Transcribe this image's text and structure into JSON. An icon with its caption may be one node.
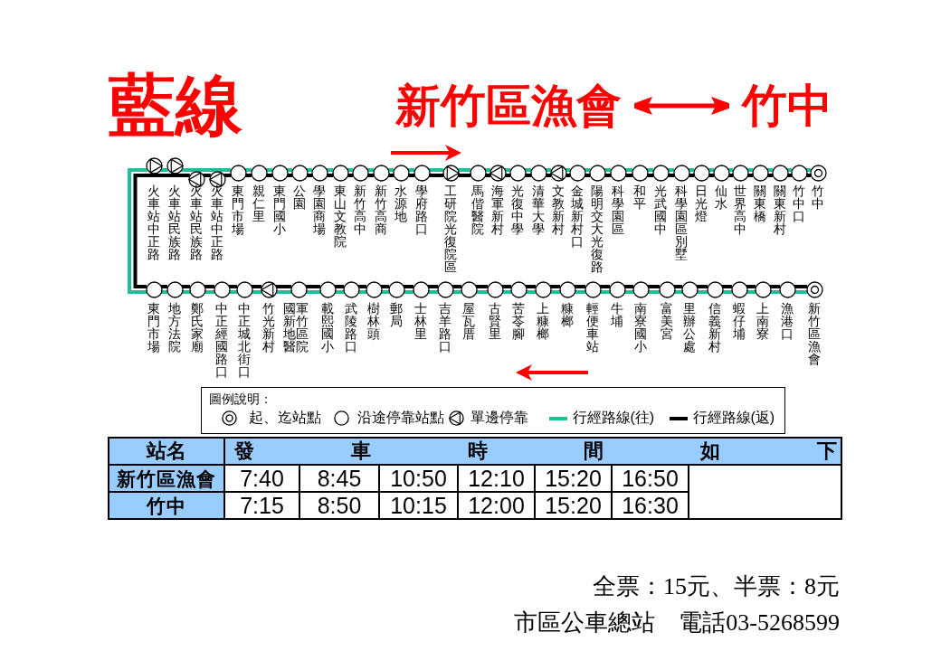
{
  "diagram": {
    "title": "藍線",
    "nodes": [
      {
        "text": [
          "新竹區漁會"
        ]
      },
      {
        "text": [
          "竹中"
        ]
      },
      {
        "text": [],
        "shape": "triangle-right",
        "beside": [
          "火車站中正路"
        ]
      },
      {
        "text": [],
        "shape": "triangle-right",
        "beside": [
          "火車站民族路"
        ]
      },
      {
        "text": [],
        "shape": "triangle-left",
        "beside": [
          "火車站民族路"
        ]
      },
      {
        "text": [],
        "shape": "triangle-left",
        "beside": [
          "火車站中正路"
        ]
      },
      {
        "text": [],
        "shape": "circle",
        "beside": [
          "東門市場"
        ]
      },
      {
        "text": [],
        "shape": "circle",
        "beside": [
          "親仁里"
        ]
      },
      {
        "text": [],
        "shape": "circle",
        "beside": [
          "東門國小"
        ]
      },
      {
        "text": [],
        "shape": "circle",
        "beside": [
          "公園"
        ]
      },
      {
        "text": [],
        "shape": "circle",
        "beside": [
          "學園商場"
        ]
      },
      {
        "text": [],
        "shape": "circle",
        "beside": [
          "東山文教院"
        ]
      },
      {
        "text": [],
        "shape": "circle",
        "beside": [
          "新竹高中"
        ]
      },
      {
        "text": [],
        "shape": "circle",
        "beside": [
          "新竹高商"
        ]
      },
      {
        "text": [],
        "shape": "circle",
        "beside": [
          "水源地"
        ]
      },
      {
        "text": [],
        "shape": "circle",
        "beside": [
          "學府路口"
        ]
      },
      {
        "text": [],
        "shape": "triangle-right",
        "beside": [
          "工研院光復院區"
        ]
      },
      {
        "text": [],
        "shape": "circle",
        "beside": [
          "馬偕醫院"
        ]
      },
      {
        "text": [],
        "shape": "triangle-left",
        "beside": [
          "海軍新村"
        ]
      },
      {
        "text": [],
        "shape": "circle",
        "beside": [
          "光復中學"
        ]
      },
      {
        "text": [],
        "shape": "circle",
        "beside": [
          "清華大學"
        ]
      },
      {
        "text": [],
        "shape": "triangle-left",
        "beside": [
          "文教新村"
        ]
      },
      {
        "text": [],
        "shape": "circle",
        "beside": [
          "金城新村口"
        ]
      },
      {
        "text": [],
        "shape": "circle",
        "beside": [
          "陽明交大光復路"
        ]
      },
      {
        "text": [],
        "shape": "circle",
        "beside": [
          "科學園區"
        ]
      },
      {
        "text": [],
        "shape": "circle",
        "beside": [
          "和平"
        ]
      },
      {
        "text": [],
        "shape": "circle",
        "beside": [
          "光武國中"
        ]
      },
      {
        "text": [],
        "shape": "circle",
        "beside": [
          "科學園區別墅"
        ]
      },
      {
        "text": [],
        "shape": "circle",
        "beside": [
          "日光燈"
        ]
      },
      {
        "text": [],
        "shape": "circle",
        "beside": [
          "仙水"
        ]
      },
      {
        "text": [],
        "shape": "circle",
        "beside": [
          "世界高中"
        ]
      },
      {
        "text": [],
        "shape": "circle",
        "beside": [
          "關東橋"
        ]
      },
      {
        "text": [],
        "shape": "circle",
        "beside": [
          "關東新村"
        ]
      },
      {
        "text": [],
        "shape": "circle",
        "beside": [
          "竹中口"
        ]
      },
      {
        "text": [],
        "shape": "bullseye",
        "beside": [
          "竹中"
        ]
      },
      {
        "text": [],
        "shape": "circle",
        "beside": [
          "東門市場"
        ]
      },
      {
        "text": [],
        "shape": "circle",
        "beside": [
          "地方法院"
        ]
      },
      {
        "text": [],
        "shape": "circle",
        "beside": [
          "鄭氏家廟"
        ]
      },
      {
        "text": [],
        "shape": "circle",
        "beside": [
          "中正經國路口"
        ]
      },
      {
        "text": [],
        "shape": "circle",
        "beside": [
          "中正城北街口"
        ]
      },
      {
        "text": [],
        "shape": "triangle-left",
        "beside": [
          "竹光新村"
        ]
      },
      {
        "text": [],
        "shape": "circle",
        "beside": [
          "國軍新竹地區醫院"
        ]
      },
      {
        "text": [],
        "shape": "circle",
        "beside": [
          "載熙國小"
        ]
      },
      {
        "text": [],
        "shape": "circle",
        "beside": [
          "武陵路口"
        ]
      },
      {
        "text": [],
        "shape": "circle",
        "beside": [
          "樹林頭"
        ]
      },
      {
        "text": [],
        "shape": "circle",
        "beside": [
          "郵局"
        ]
      },
      {
        "text": [],
        "shape": "circle",
        "beside": [
          "士林里"
        ]
      },
      {
        "text": [],
        "shape": "circle",
        "beside": [
          "吉羊路口"
        ]
      },
      {
        "text": [],
        "shape": "circle",
        "beside": [
          "屋瓦厝"
        ]
      },
      {
        "text": [],
        "shape": "circle",
        "beside": [
          "古賢里"
        ]
      },
      {
        "text": [],
        "shape": "circle",
        "beside": [
          "苦苓腳"
        ]
      },
      {
        "text": [],
        "shape": "circle",
        "beside": [
          "上糠榔"
        ]
      },
      {
        "text": [],
        "shape": "circle",
        "beside": [
          "糠榔"
        ]
      },
      {
        "text": [],
        "shape": "circle",
        "beside": [
          "輕便車站"
        ]
      },
      {
        "text": [],
        "shape": "circle",
        "beside": [
          "牛埔"
        ]
      },
      {
        "text": [],
        "shape": "circle",
        "beside": [
          "南寮國小"
        ]
      },
      {
        "text": [],
        "shape": "circle",
        "beside": [
          "富美宮"
        ]
      },
      {
        "text": [],
        "shape": "circle",
        "beside": [
          "里辦公處"
        ]
      },
      {
        "text": [],
        "shape": "circle",
        "beside": [
          "信義新村"
        ]
      },
      {
        "text": [],
        "shape": "circle",
        "beside": [
          "蝦仔埔"
        ]
      },
      {
        "text": [],
        "shape": "circle",
        "beside": [
          "上南寮"
        ]
      },
      {
        "text": [],
        "shape": "circle",
        "beside": [
          "漁港口"
        ]
      },
      {
        "text": [],
        "shape": "bullseye",
        "beside": [
          "新竹區漁會"
        ]
      }
    ],
    "edges": [
      {
        "from": 0,
        "to": 1,
        "arrow": "both",
        "color": "#ff0000"
      },
      {
        "from": 2,
        "to": 3,
        "arrow": "none",
        "color": "#1fbf99"
      },
      {
        "from": 3,
        "to": 6,
        "arrow": "none",
        "color": "#1fbf99"
      },
      {
        "from": 6,
        "to": 7,
        "arrow": "none",
        "color": "#1fbf99"
      },
      {
        "from": 7,
        "to": 8,
        "arrow": "none",
        "color": "#1fbf99"
      },
      {
        "from": 8,
        "to": 9,
        "arrow": "none",
        "color": "#1fbf99"
      },
      {
        "from": 9,
        "to": 10,
        "arrow": "none",
        "color": "#1fbf99"
      },
      {
        "from": 10,
        "to": 11,
        "arrow": "none",
        "color": "#1fbf99"
      },
      {
        "from": 11,
        "to": 12,
        "arrow": "none",
        "color": "#1fbf99"
      },
      {
        "from": 12,
        "to": 13,
        "arrow": "none",
        "color": "#1fbf99"
      },
      {
        "from": 13,
        "to": 14,
        "arrow": "none",
        "color": "#1fbf99"
      },
      {
        "from": 14,
        "to": 15,
        "arrow": "none",
        "color": "#1fbf99"
      },
      {
        "from": 15,
        "to": 16,
        "arrow": "none",
        "color": "#1fbf99"
      },
      {
        "from": 16,
        "to": 17,
        "arrow": "none",
        "color": "#1fbf99"
      },
      {
        "from": 17,
        "to": 18,
        "arrow": "none",
        "color": "#1fbf99"
      },
      {
        "from": 18,
        "to": 19,
        "arrow": "none",
        "color": "#1fbf99"
      },
      {
        "from": 19,
        "to": 20,
        "arrow": "none",
        "color": "#1fbf99"
      },
      {
        "from": 20,
        "to": 21,
        "arrow": "none",
        "color": "#1fbf99"
      },
      {
        "from": 21,
        "to": 22,
        "arrow": "none",
        "color": "#1fbf99"
      },
      {
        "from": 22,
        "to": 23,
        "arrow": "none",
        "color": "#1fbf99"
      },
      {
        "from": 23,
        "to": 24,
        "arrow": "none",
        "color": "#1fbf99"
      },
      {
        "from": 24,
        "to": 25,
        "arrow": "none",
        "color": "#1fbf99"
      },
      {
        "from": 25,
        "to": 26,
        "arrow": "none",
        "color": "#1fbf99"
      },
      {
        "from": 26,
        "to": 27,
        "arrow": "none",
        "color": "#1fbf99"
      },
      {
        "from": 27,
        "to": 28,
        "arrow": "none",
        "color": "#1fbf99"
      },
      {
        "from": 28,
        "to": 29,
        "arrow": "none",
        "color": "#1fbf99"
      },
      {
        "from": 29,
        "to": 30,
        "arrow": "none",
        "color": "#1fbf99"
      },
      {
        "from": 30,
        "to": 31,
        "arrow": "none",
        "color": "#1fbf99"
      },
      {
        "from": 31,
        "to": 32,
        "arrow": "none",
        "color": "#1fbf99"
      },
      {
        "from": 32,
        "to": 33,
        "arrow": "none",
        "color": "#1fbf99"
      },
      {
        "from": 33,
        "to": 34,
        "arrow": "none",
        "color": "#1fbf99"
      },
      {
        "from": 4,
        "to": 5,
        "arrow": "none",
        "color": "#000000"
      },
      {
        "from": 5,
        "to": 6,
        "arrow": "none",
        "color": "#000000"
      },
      {
        "from": 6,
        "to": 7,
        "arrow": "none",
        "color": "#000000"
      },
      {
        "from": 7,
        "to": 8,
        "arrow": "none",
        "color": "#000000"
      },
      {
        "from": 8,
        "to": 9,
        "arrow": "none",
        "color": "#000000"
      },
      {
        "from": 9,
        "to": 10,
        "arrow": "none",
        "color": "#000000"
      },
      {
        "from": 10,
        "to": 11,
        "arrow": "none",
        "color": "#000000"
      },
      {
        "from": 11,
        "to": 12,
        "arrow": "none",
        "color": "#000000"
      },
      {
        "from": 12,
        "to": 13,
        "arrow": "none",
        "color": "#000000"
      },
      {
        "from": 13,
        "to": 14,
        "arrow": "none",
        "color": "#000000"
      },
      {
        "from": 14,
        "to": 15,
        "arrow": "none",
        "color": "#000000"
      },
      {
        "from": 15,
        "to": 16,
        "arrow": "none",
        "color": "#000000"
      },
      {
        "from": 16,
        "to": 17,
        "arrow": "none",
        "color": "#000000"
      },
      {
        "from": 17,
        "to": 18,
        "arrow": "none",
        "color": "#000000"
      },
      {
        "from": 18,
        "to": 19,
        "arrow": "none",
        "color": "#000000"
      },
      {
        "from": 19,
        "to": 20,
        "arrow": "none",
        "color": "#000000"
      },
      {
        "from": 20,
        "to": 21,
        "arrow": "none",
        "color": "#000000"
      },
      {
        "from": 21,
        "to": 22,
        "arrow": "none",
        "color": "#000000"
      },
      {
        "from": 22,
        "to": 23,
        "arrow": "none",
        "color": "#000000"
      },
      {
        "from": 23,
        "to": 24,
        "arrow": "none",
        "color": "#000000"
      },
      {
        "from": 24,
        "to": 25,
        "arrow": "none",
        "color": "#000000"
      },
      {
        "from": 25,
        "to": 26,
        "arrow": "none",
        "color": "#000000"
      },
      {
        "from": 26,
        "to": 27,
        "arrow": "none",
        "color": "#000000"
      },
      {
        "from": 27,
        "to": 28,
        "arrow": "none",
        "color": "#000000"
      },
      {
        "from": 28,
        "to": 29,
        "arrow": "none",
        "color": "#000000"
      },
      {
        "from": 29,
        "to": 30,
        "arrow": "none",
        "color": "#000000"
      },
      {
        "from": 30,
        "to": 31,
        "arrow": "none",
        "color": "#000000"
      },
      {
        "from": 31,
        "to": 32,
        "arrow": "none",
        "color": "#000000"
      },
      {
        "from": 32,
        "to": 33,
        "arrow": "none",
        "color": "#000000"
      },
      {
        "from": 33,
        "to": 34,
        "arrow": "none",
        "color": "#000000"
      },
      {
        "from": 2,
        "to": 35,
        "arrow": "none",
        "color": "#1fbf99"
      },
      {
        "from": 4,
        "to": 35,
        "arrow": "none",
        "color": "#000000"
      },
      {
        "from": 35,
        "to": 36,
        "arrow": "none",
        "color": "#1fbf99"
      },
      {
        "from": 36,
        "to": 37,
        "arrow": "none",
        "color": "#1fbf99"
      },
      {
        "from": 37,
        "to": 38,
        "arrow": "none",
        "color": "#1fbf99"
      },
      {
        "from": 38,
        "to": 39,
        "arrow": "none",
        "color": "#1fbf99"
      },
      {
        "from": 39,
        "to": 40,
        "arrow": "none",
        "color": "#1fbf99"
      },
      {
        "from": 40,
        "to": 41,
        "arrow": "none",
        "color": "#1fbf99"
      },
      {
        "from": 41,
        "to": 42,
        "arrow": "none",
        "color": "#1fbf99"
      },
      {
        "from": 42,
        "to": 43,
        "arrow": "none",
        "color": "#1fbf99"
      },
      {
        "from": 43,
        "to": 44,
        "arrow": "none",
        "color": "#1fbf99"
      },
      {
        "from": 44,
        "to": 45,
        "arrow": "none",
        "color": "#1fbf99"
      },
      {
        "from": 45,
        "to": 46,
        "arrow": "none",
        "color": "#1fbf99"
      },
      {
        "from": 46,
        "to": 47,
        "arrow": "none",
        "color": "#1fbf99"
      },
      {
        "from": 47,
        "to": 48,
        "arrow": "none",
        "color": "#1fbf99"
      },
      {
        "from": 48,
        "to": 49,
        "arrow": "none",
        "color": "#1fbf99"
      },
      {
        "from": 49,
        "to": 50,
        "arrow": "none",
        "color": "#1fbf99"
      },
      {
        "from": 50,
        "to": 51,
        "arrow": "none",
        "color": "#1fbf99"
      },
      {
        "from": 51,
        "to": 52,
        "arrow": "none",
        "color": "#1fbf99"
      },
      {
        "from": 52,
        "to": 53,
        "arrow": "none",
        "color": "#1fbf99"
      },
      {
        "from": 53,
        "to": 54,
        "arrow": "none",
        "color": "#1fbf99"
      },
      {
        "from": 54,
        "to": 55,
        "arrow": "none",
        "color": "#1fbf99"
      },
      {
        "from": 55,
        "to": 56,
        "arrow": "none",
        "color": "#1fbf99"
      },
      {
        "from": 56,
        "to": 57,
        "arrow": "none",
        "color": "#1fbf99"
      },
      {
        "from": 57,
        "to": 58,
        "arrow": "none",
        "color": "#1fbf99"
      },
      {
        "from": 58,
        "to": 59,
        "arrow": "none",
        "color": "#1fbf99"
      },
      {
        "from": 59,
        "to": 60,
        "arrow": "none",
        "color": "#1fbf99"
      },
      {
        "from": 60,
        "to": 61,
        "arrow": "none",
        "color": "#1fbf99"
      },
      {
        "from": 61,
        "to": 62,
        "arrow": "none",
        "color": "#1fbf99"
      },
      {
        "from": 35,
        "to": 36,
        "arrow": "none",
        "color": "#000000"
      },
      {
        "from": 36,
        "to": 37,
        "arrow": "none",
        "color": "#000000"
      },
      {
        "from": 37,
        "to": 38,
        "arrow": "none",
        "color": "#000000"
      },
      {
        "from": 38,
        "to": 39,
        "arrow": "none",
        "color": "#000000"
      },
      {
        "from": 39,
        "to": 40,
        "arrow": "none",
        "color": "#000000"
      },
      {
        "from": 40,
        "to": 41,
        "arrow": "none",
        "color": "#000000"
      },
      {
        "from": 41,
        "to": 42,
        "arrow": "none",
        "color": "#000000"
      },
      {
        "from": 42,
        "to": 43,
        "arrow": "none",
        "color": "#000000"
      },
      {
        "from": 43,
        "to": 44,
        "arrow": "none",
        "color": "#000000"
      },
      {
        "from": 44,
        "to": 45,
        "arrow": "none",
        "color": "#000000"
      },
      {
        "from": 45,
        "to": 46,
        "arrow": "none",
        "color": "#000000"
      },
      {
        "from": 46,
        "to": 47,
        "arrow": "none",
        "color": "#000000"
      },
      {
        "from": 47,
        "to": 48,
        "arrow": "none",
        "color": "#000000"
      },
      {
        "from": 48,
        "to": 49,
        "arrow": "none",
        "color": "#000000"
      },
      {
        "from": 49,
        "to": 50,
        "arrow": "none",
        "color": "#000000"
      },
      {
        "from": 50,
        "to": 51,
        "arrow": "none",
        "color": "#000000"
      },
      {
        "from": 51,
        "to": 52,
        "arrow": "none",
        "color": "#000000"
      },
      {
        "from": 52,
        "to": 53,
        "arrow": "none",
        "color": "#000000"
      },
      {
        "from": 53,
        "to": 54,
        "arrow": "none",
        "color": "#000000"
      },
      {
        "from": 54,
        "to": 55,
        "arrow": "none",
        "color": "#000000"
      },
      {
        "from": 55,
        "to": 56,
        "arrow": "none",
        "color": "#000000"
      },
      {
        "from": 56,
        "to": 57,
        "arrow": "none",
        "color": "#000000"
      },
      {
        "from": 57,
        "to": 58,
        "arrow": "none",
        "color": "#000000"
      },
      {
        "from": 58,
        "to": 59,
        "arrow": "none",
        "color": "#000000"
      },
      {
        "from": 59,
        "to": 60,
        "arrow": "none",
        "color": "#000000"
      },
      {
        "from": 60,
        "to": 61,
        "arrow": "none",
        "color": "#000000"
      },
      {
        "from": 61,
        "to": 62,
        "arrow": "none",
        "color": "#000000"
      }
    ],
    "labels": [
      "圖例說明：",
      "站名",
      "發車時間如下",
      "新竹區漁會",
      "7:40",
      "8:45",
      "10:50",
      "12:10",
      "15:20",
      "16:50",
      "竹中",
      "7:15",
      "8:50",
      "10:15",
      "12:00",
      "15:20",
      "16:30",
      "全票：15元、半票：8元",
      "市區公車總站　電話03-5268599"
    ],
    "legend": [
      {
        "text": "起、迄站點"
      },
      {
        "text": "沿途停靠站點"
      },
      {
        "text": "單邊停靠"
      },
      {
        "text": "行經路線(往)",
        "color": "#1fbf99"
      },
      {
        "text": "行經路線(返)",
        "color": "#000000"
      }
    ]
  }
}
